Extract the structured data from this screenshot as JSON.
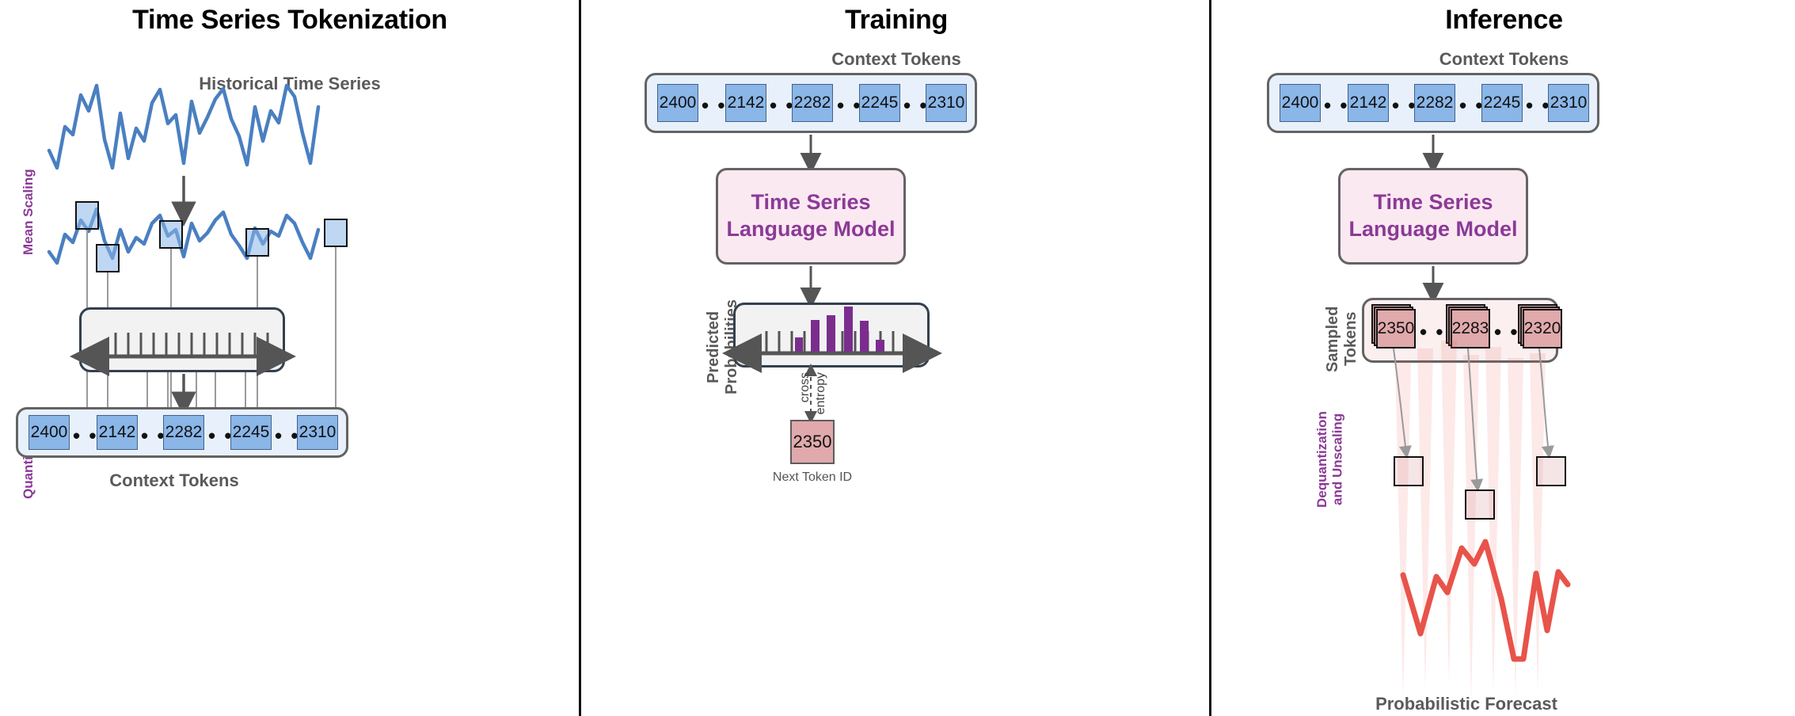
{
  "panels": [
    {
      "id": "tokenization",
      "title": "Time Series Tokenization",
      "series_label": "Historical Time Series",
      "vlabel_mean_scaling": "Mean Scaling",
      "vlabel_quantization": "Quantization",
      "tokens_caption": "Context Tokens",
      "tokens": [
        "2400",
        "2142",
        "2282",
        "2245",
        "2310"
      ],
      "ellipsis": "• • •",
      "quantization_bins": 13
    },
    {
      "id": "training",
      "title": "Training",
      "tokens_caption": "Context Tokens",
      "tokens": [
        "2400",
        "2142",
        "2282",
        "2245",
        "2310"
      ],
      "ellipsis": "• • •",
      "model_line1": "Time Series",
      "model_line2": "Language Model",
      "vlabel_predicted": "Predicted\nProbabilities",
      "vlabel_predicted_line1": "Predicted",
      "vlabel_predicted_line2": "Probabilities",
      "loss_line1": "cross",
      "loss_line2": "entropy",
      "next_token_value": "2350",
      "next_token_caption": "Next Token ID"
    },
    {
      "id": "inference",
      "title": "Inference",
      "tokens_caption": "Context Tokens",
      "tokens": [
        "2400",
        "2142",
        "2282",
        "2245",
        "2310"
      ],
      "ellipsis": "• • •",
      "model_line1": "Time Series",
      "model_line2": "Language Model",
      "vlabel_sampled_line1": "Sampled",
      "vlabel_sampled_line2": "Tokens",
      "sampled_tokens": [
        "2350",
        "2283",
        "2320"
      ],
      "vlabel_dequant_line1": "Dequantization",
      "vlabel_dequant_line2": "and Unscaling",
      "forecast_caption": "Probabilistic Forecast"
    }
  ],
  "colors": {
    "token_blue": "#8ab6e8",
    "token_box_bg": "#e8f1fb",
    "model_pink": "#fbe9f2",
    "model_text_purple": "#8b3a96",
    "sampled_pink": "#e0a9ab",
    "series_blue": "#4a7fc1",
    "forecast_red": "#e8534a",
    "prob_purple": "#7b2d8e",
    "gray_label": "#5a5a5a",
    "box_border": "#636363",
    "dark_border": "#33404f"
  },
  "chart_data": {
    "type": "line",
    "title": "Historical Time Series",
    "series": [
      {
        "name": "historical",
        "values": [
          18,
          52,
          47,
          66,
          58,
          84,
          30,
          8,
          60,
          22,
          44,
          38,
          70,
          82,
          52,
          58,
          6,
          62,
          32,
          50,
          56,
          78,
          84,
          62,
          46,
          12,
          58,
          30,
          64,
          54,
          86,
          78,
          42,
          10,
          66
        ]
      },
      {
        "name": "mean_scaled",
        "values": [
          16,
          50,
          44,
          62,
          56,
          80,
          28,
          10,
          58,
          24,
          46,
          40,
          68,
          80,
          50,
          56,
          8,
          60,
          34,
          52,
          58,
          76,
          82,
          60,
          44,
          14,
          56,
          32,
          62,
          52,
          84,
          76,
          40,
          12,
          64
        ]
      }
    ],
    "quantization_ticks": 13,
    "predicted_probabilities": {
      "type": "bar",
      "n_ticks": 13,
      "bars": [
        {
          "index": 3,
          "height": 0.22
        },
        {
          "index": 5,
          "height": 0.63
        },
        {
          "index": 7,
          "height": 0.72
        },
        {
          "index": 9,
          "height": 1.0
        },
        {
          "index": 11,
          "height": 0.58
        },
        {
          "index": 13,
          "height": 0.15
        }
      ]
    },
    "forecast": {
      "type": "line",
      "color": "#e8534a",
      "values": [
        62,
        26,
        48,
        40,
        70,
        62,
        74,
        40,
        8,
        8,
        54,
        22,
        60,
        48
      ]
    }
  }
}
